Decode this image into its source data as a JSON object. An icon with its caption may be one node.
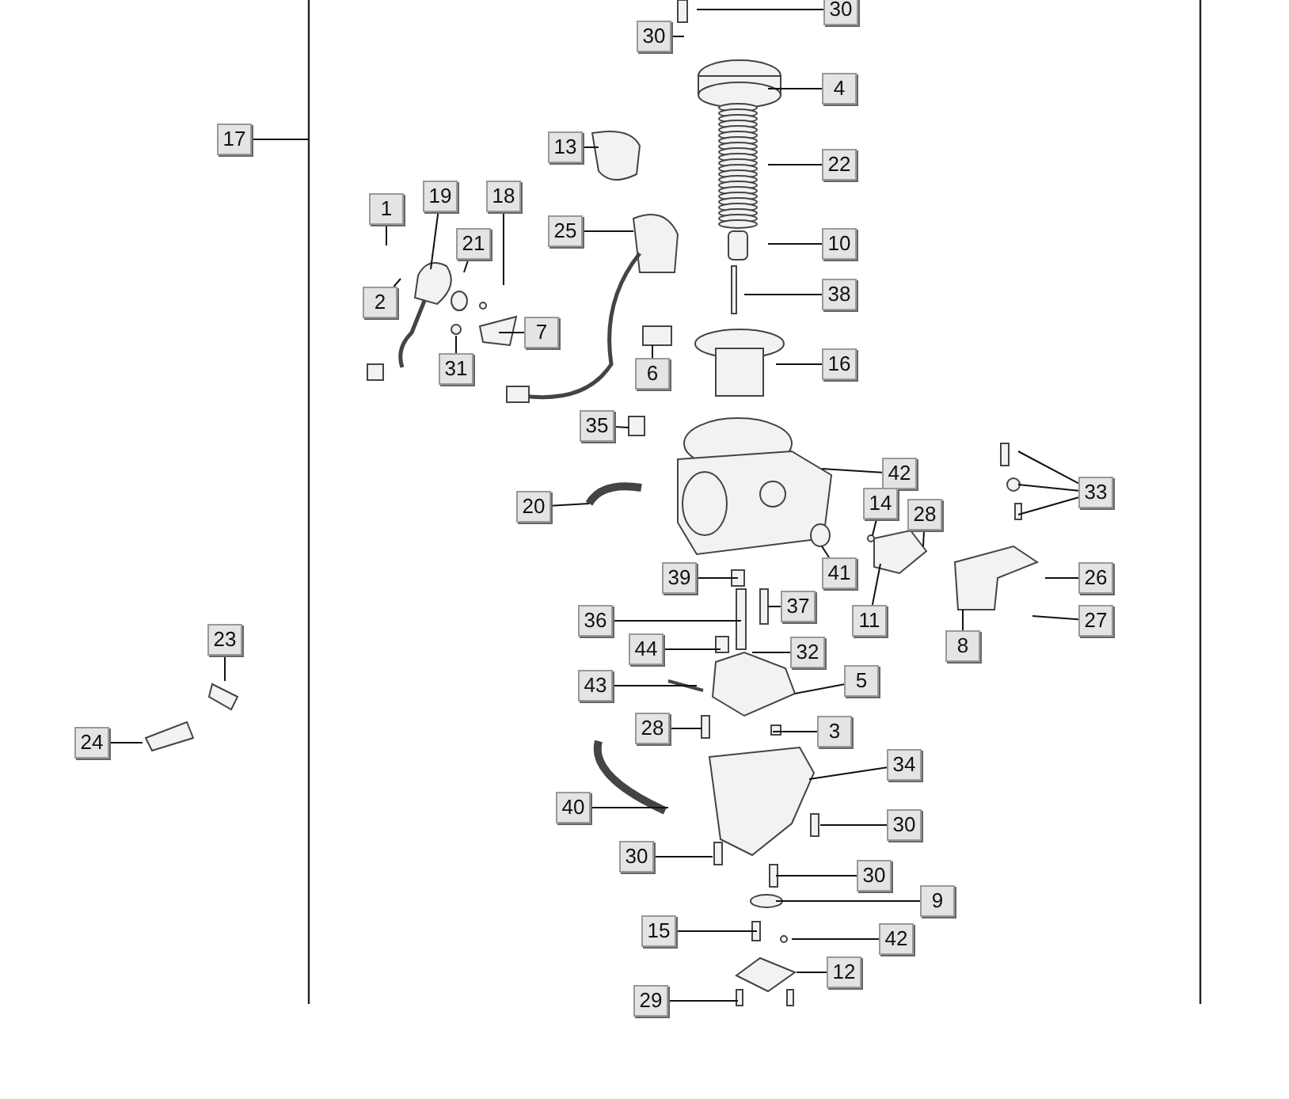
{
  "diagram": {
    "nodes": [
      {
        "text": [
          "30"
        ]
      },
      {
        "text": [
          "30"
        ]
      },
      {
        "text": [
          "4"
        ]
      },
      {
        "text": [
          "17"
        ]
      },
      {
        "text": [
          "13"
        ]
      },
      {
        "text": [
          "22"
        ]
      },
      {
        "text": [
          "1"
        ]
      },
      {
        "text": [
          "19"
        ]
      },
      {
        "text": [
          "18"
        ]
      },
      {
        "text": [
          "21"
        ]
      },
      {
        "text": [
          "25"
        ]
      },
      {
        "text": [
          "10"
        ]
      },
      {
        "text": [
          "2"
        ]
      },
      {
        "text": [
          "7"
        ]
      },
      {
        "text": [
          "31"
        ]
      },
      {
        "text": [
          "38"
        ]
      },
      {
        "text": [
          "6"
        ]
      },
      {
        "text": [
          "16"
        ]
      },
      {
        "text": [
          "35"
        ]
      },
      {
        "text": [
          "42"
        ]
      },
      {
        "text": [
          "20"
        ]
      },
      {
        "text": [
          "14"
        ]
      },
      {
        "text": [
          "28"
        ]
      },
      {
        "text": [
          "33"
        ]
      },
      {
        "text": [
          "39"
        ]
      },
      {
        "text": [
          "41"
        ]
      },
      {
        "text": [
          "11"
        ]
      },
      {
        "text": [
          "26"
        ]
      },
      {
        "text": [
          "37"
        ]
      },
      {
        "text": [
          "36"
        ]
      },
      {
        "text": [
          "8"
        ]
      },
      {
        "text": [
          "27"
        ]
      },
      {
        "text": [
          "23"
        ]
      },
      {
        "text": [
          "44"
        ]
      },
      {
        "text": [
          "32"
        ]
      },
      {
        "text": [
          "5"
        ]
      },
      {
        "text": [
          "43"
        ]
      },
      {
        "text": [
          "28"
        ]
      },
      {
        "text": [
          "3"
        ]
      },
      {
        "text": [
          "24"
        ]
      },
      {
        "text": [
          "34"
        ]
      },
      {
        "text": [
          "40"
        ]
      },
      {
        "text": [
          "30"
        ]
      },
      {
        "text": [
          "30"
        ]
      },
      {
        "text": [
          "30"
        ]
      },
      {
        "text": [
          "9"
        ]
      },
      {
        "text": [
          "15"
        ]
      },
      {
        "text": [
          "42"
        ]
      },
      {
        "text": [
          "12"
        ]
      },
      {
        "text": [
          "29"
        ]
      }
    ],
    "edges": [
      {
        "from": 0,
        "to": null,
        "arrow": "none"
      },
      {
        "from": 1,
        "to": null,
        "arrow": "none"
      },
      {
        "from": 2,
        "to": null,
        "arrow": "none"
      },
      {
        "from": 3,
        "to": null,
        "arrow": "none"
      },
      {
        "from": 4,
        "to": null,
        "arrow": "none"
      },
      {
        "from": 5,
        "to": null,
        "arrow": "none"
      },
      {
        "from": 6,
        "to": null,
        "arrow": "none"
      },
      {
        "from": 7,
        "to": null,
        "arrow": "none"
      },
      {
        "from": 8,
        "to": null,
        "arrow": "none"
      },
      {
        "from": 9,
        "to": null,
        "arrow": "none"
      },
      {
        "from": 10,
        "to": null,
        "arrow": "none"
      },
      {
        "from": 11,
        "to": null,
        "arrow": "none"
      },
      {
        "from": 12,
        "to": null,
        "arrow": "none"
      },
      {
        "from": 13,
        "to": null,
        "arrow": "none"
      },
      {
        "from": 14,
        "to": null,
        "arrow": "none"
      },
      {
        "from": 15,
        "to": null,
        "arrow": "none"
      },
      {
        "from": 16,
        "to": null,
        "arrow": "none"
      },
      {
        "from": 17,
        "to": null,
        "arrow": "none"
      },
      {
        "from": 18,
        "to": null,
        "arrow": "none"
      },
      {
        "from": 19,
        "to": null,
        "arrow": "none"
      },
      {
        "from": 20,
        "to": null,
        "arrow": "none"
      },
      {
        "from": 21,
        "to": null,
        "arrow": "none"
      },
      {
        "from": 22,
        "to": null,
        "arrow": "none"
      },
      {
        "from": 23,
        "to": null,
        "arrow": "none"
      },
      {
        "from": 23,
        "to": null,
        "arrow": "none"
      },
      {
        "from": 23,
        "to": null,
        "arrow": "none"
      },
      {
        "from": 24,
        "to": null,
        "arrow": "none"
      },
      {
        "from": 25,
        "to": null,
        "arrow": "none"
      },
      {
        "from": 26,
        "to": null,
        "arrow": "none"
      },
      {
        "from": 27,
        "to": null,
        "arrow": "none"
      },
      {
        "from": 28,
        "to": null,
        "arrow": "none"
      },
      {
        "from": 29,
        "to": null,
        "arrow": "none"
      },
      {
        "from": 30,
        "to": null,
        "arrow": "none"
      },
      {
        "from": 31,
        "to": null,
        "arrow": "none"
      },
      {
        "from": 32,
        "to": null,
        "arrow": "none"
      },
      {
        "from": 33,
        "to": null,
        "arrow": "none"
      },
      {
        "from": 34,
        "to": null,
        "arrow": "none"
      },
      {
        "from": 35,
        "to": null,
        "arrow": "none"
      },
      {
        "from": 36,
        "to": null,
        "arrow": "none"
      },
      {
        "from": 37,
        "to": null,
        "arrow": "none"
      },
      {
        "from": 38,
        "to": null,
        "arrow": "none"
      },
      {
        "from": 39,
        "to": null,
        "arrow": "none"
      },
      {
        "from": 40,
        "to": null,
        "arrow": "none"
      },
      {
        "from": 41,
        "to": null,
        "arrow": "none"
      },
      {
        "from": 42,
        "to": null,
        "arrow": "none"
      },
      {
        "from": 43,
        "to": null,
        "arrow": "none"
      },
      {
        "from": 44,
        "to": null,
        "arrow": "none"
      },
      {
        "from": 45,
        "to": null,
        "arrow": "none"
      },
      {
        "from": 46,
        "to": null,
        "arrow": "none"
      },
      {
        "from": 47,
        "to": null,
        "arrow": "none"
      },
      {
        "from": 48,
        "to": null,
        "arrow": "none"
      },
      {
        "from": 49,
        "to": null,
        "arrow": "none"
      }
    ]
  }
}
